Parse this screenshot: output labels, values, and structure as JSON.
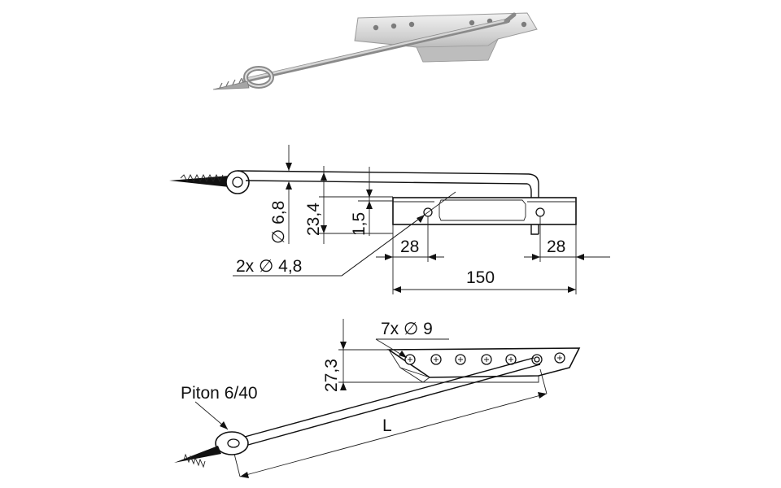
{
  "colors": {
    "line": "#111111",
    "metal_light": "#e4e4e4",
    "metal_mid": "#bdbdbd",
    "metal_dark": "#8a8a8a",
    "background": "#ffffff"
  },
  "front_view": {
    "dia_rod": "∅ 6,8",
    "height_total": "23,4",
    "thickness": "1,5",
    "hole_spec": "2x ∅ 4,8",
    "offset_left": "28",
    "offset_right": "28",
    "length_plate": "150"
  },
  "iso_view": {
    "hole_spec": "7x ∅ 9",
    "height": "27,3",
    "piton_label": "Piton 6/40",
    "length_label": "L"
  }
}
